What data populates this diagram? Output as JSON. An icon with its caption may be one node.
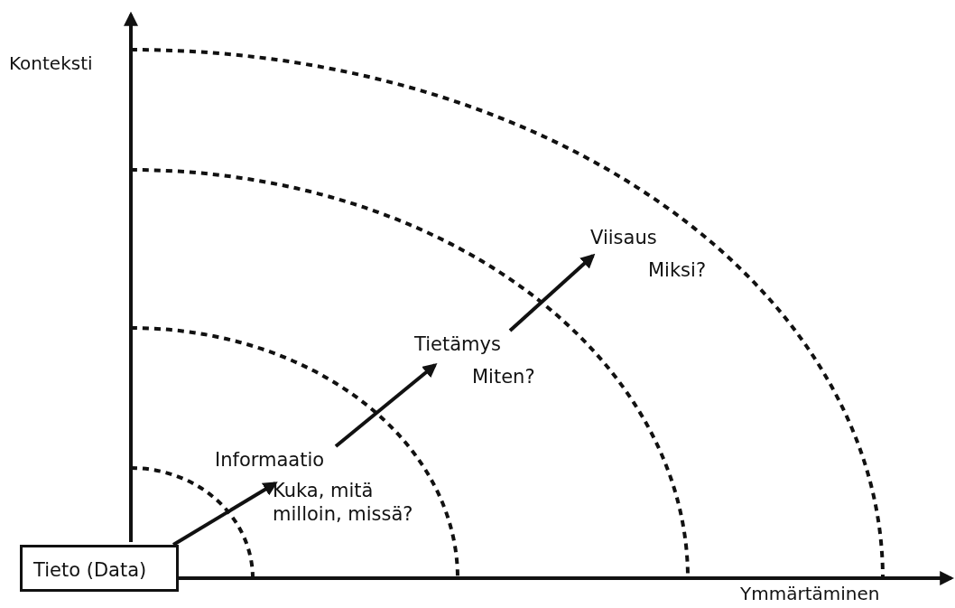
{
  "diagram": {
    "nodes": [
      {
        "text": [
          "Tieto (Data)"
        ]
      },
      {
        "text": [
          "Informaatio",
          "Kuka, mitä milloin, missä?"
        ]
      },
      {
        "text": [
          "Tietämys",
          "Miten?"
        ]
      },
      {
        "text": [
          "Viisaus",
          "Miksi?"
        ]
      }
    ],
    "edges": [
      {
        "from": 0,
        "to": 1,
        "arrow": "to"
      },
      {
        "from": 1,
        "to": 2,
        "arrow": "to"
      },
      {
        "from": 2,
        "to": 3,
        "arrow": "to"
      }
    ],
    "labels": [
      "Konteksti",
      "Ymmärtäminen"
    ]
  }
}
